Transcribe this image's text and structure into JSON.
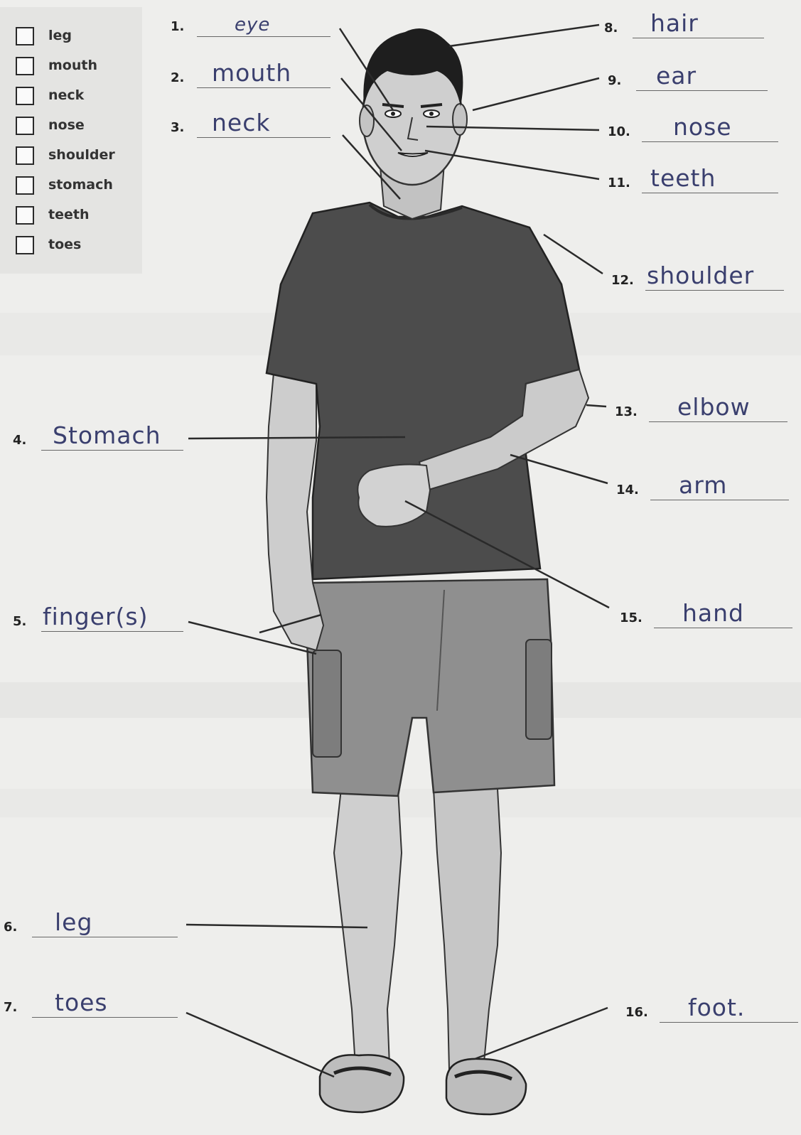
{
  "word_box": {
    "words": [
      "leg",
      "mouth",
      "neck",
      "nose",
      "shoulder",
      "stomach",
      "teeth",
      "toes"
    ]
  },
  "labels": [
    {
      "number": "1.",
      "answer": "eye"
    },
    {
      "number": "2.",
      "answer": "mouth"
    },
    {
      "number": "3.",
      "answer": "neck"
    },
    {
      "number": "4.",
      "answer": "Stomach"
    },
    {
      "number": "5.",
      "answer": "finger(s)"
    },
    {
      "number": "6.",
      "answer": "leg"
    },
    {
      "number": "7.",
      "answer": "toes"
    },
    {
      "number": "8.",
      "answer": "hair"
    },
    {
      "number": "9.",
      "answer": "ear"
    },
    {
      "number": "10.",
      "answer": "nose"
    },
    {
      "number": "11.",
      "answer": "teeth"
    },
    {
      "number": "12.",
      "answer": "shoulder"
    },
    {
      "number": "13.",
      "answer": "elbow"
    },
    {
      "number": "14.",
      "answer": "arm"
    },
    {
      "number": "15.",
      "answer": "hand"
    },
    {
      "number": "16.",
      "answer": "foot."
    }
  ],
  "colors": {
    "ink": "#3a3f6e",
    "shirt": "#4a4a4a",
    "shorts": "#8a8a8a",
    "skin": "#c9c9c9",
    "hair": "#1e1e1e"
  }
}
